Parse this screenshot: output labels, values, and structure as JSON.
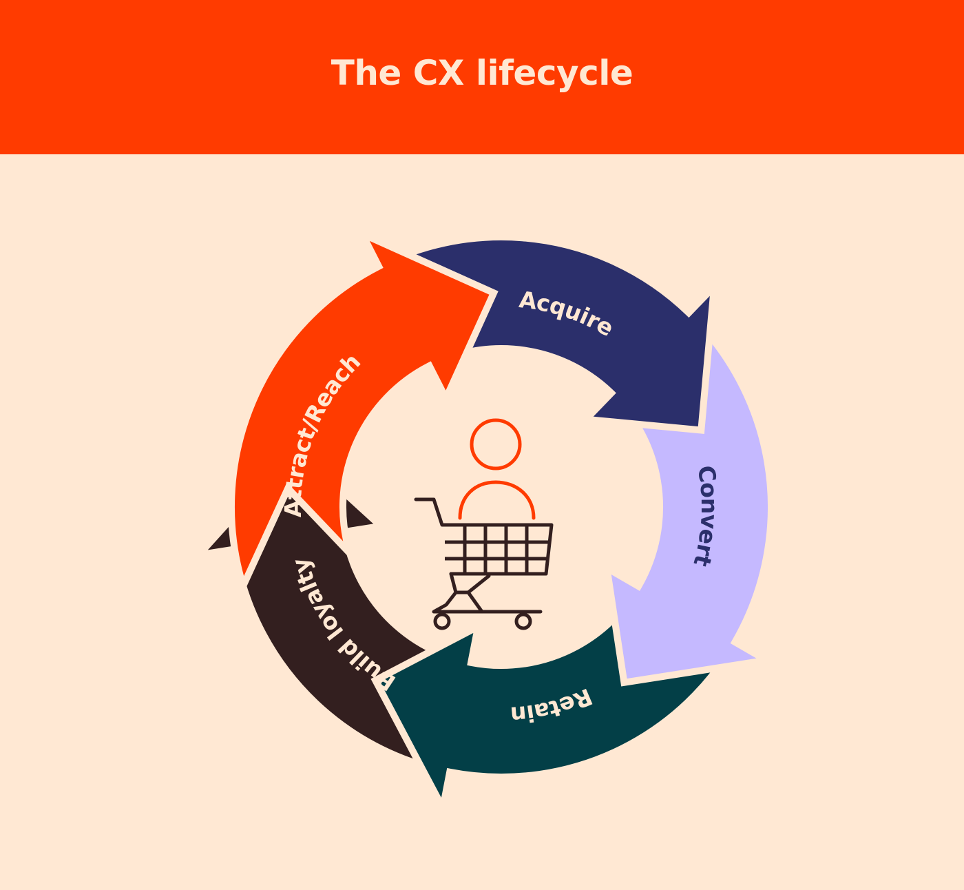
{
  "header": {
    "title": "The CX lifecycle",
    "background": "#ff3b00",
    "text_color": "#ffe8d3"
  },
  "page_background": "#ffe8d3",
  "diagram": {
    "type": "cycle",
    "stages": [
      {
        "id": "attract",
        "label": "Attract/Reach",
        "fill": "#ff3b00",
        "text_color": "#ffe8d3"
      },
      {
        "id": "acquire",
        "label": "Acquire",
        "fill": "#2b2f6b",
        "text_color": "#ffe8d3"
      },
      {
        "id": "convert",
        "label": "Convert",
        "fill": "#c5b9ff",
        "text_color": "#2b2f6b"
      },
      {
        "id": "retain",
        "label": "Retain",
        "fill": "#033f47",
        "text_color": "#ffe8d3"
      },
      {
        "id": "loyalty",
        "label": "Build loyalty",
        "fill": "#331f1f",
        "text_color": "#ffe8d3"
      }
    ],
    "center_icon": "shopper-with-cart-icon",
    "icon_colors": {
      "person": "#ff3b00",
      "cart": "#331f1f"
    }
  }
}
